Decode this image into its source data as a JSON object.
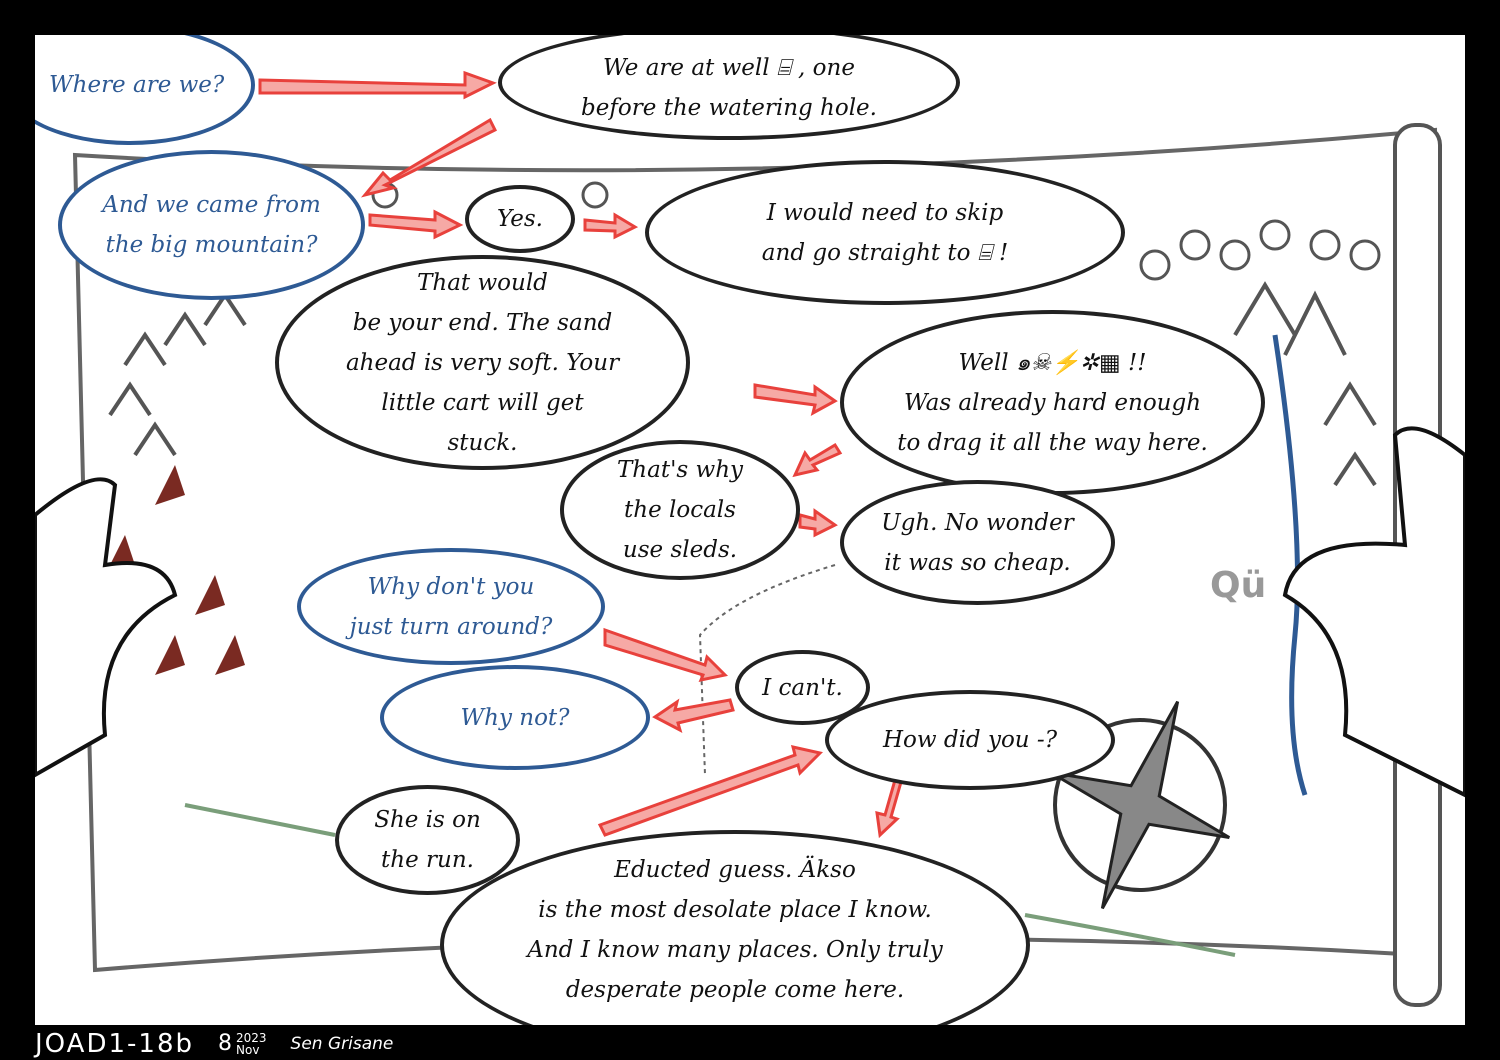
{
  "bubbles": {
    "where_are_we": "Where are we?",
    "came_from": [
      "And we came from",
      "the big mountain?"
    ],
    "well_answer": [
      "We are at well ⌸ , one",
      "before the watering hole."
    ],
    "yes": "Yes.",
    "skip": [
      "I would need to skip",
      "and go straight to ⌸ !"
    ],
    "your_end": [
      "That would",
      "be your end. The sand",
      "ahead is very soft. Your",
      "little cart will get",
      "stuck."
    ],
    "hard_enough": [
      "Well ๑☠⚡✲▦ !!",
      "Was already hard enough",
      "to drag it all the way here."
    ],
    "sleds": [
      "That's why",
      "the locals",
      "use sleds."
    ],
    "cheap": [
      "Ugh. No wonder",
      "it was so cheap."
    ],
    "turn_around": [
      "Why don't you",
      "just turn around?"
    ],
    "why_not": "Why not?",
    "cant": "I can't.",
    "how_did": "How did you -?",
    "on_the_run": [
      "She is on",
      "the run."
    ],
    "guess": [
      "Educted guess. Äkso",
      "is the most desolate place I know.",
      "And I know many places. Only truly",
      "desperate people come here."
    ]
  },
  "map_label": "Qü",
  "footer": {
    "code": "JOAD1-18b",
    "day": "8",
    "year": "2023",
    "month": "Nov",
    "author": "Sen Grisane"
  },
  "colors": {
    "blue": "#2e5a94",
    "arrow": "#e8413c",
    "arrow_fill": "#f6a9a5",
    "frame": "#000000"
  }
}
